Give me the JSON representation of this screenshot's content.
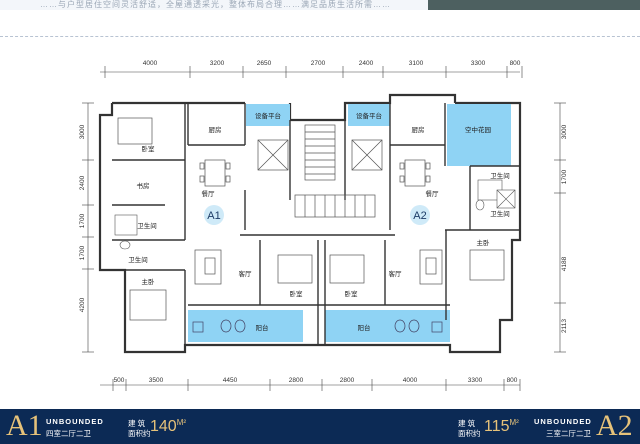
{
  "header": {
    "strip_text": "……与户型居住空间灵活舒适，全屋通透采光，整体布局合理……满足品质生活所需……"
  },
  "dimensions": {
    "top": [
      "4000",
      "3200",
      "2650",
      "2700",
      "2400",
      "3100",
      "3300",
      "800"
    ],
    "bottom": [
      "500",
      "3500",
      "4450",
      "2800",
      "2800",
      "4000",
      "3300",
      "800"
    ],
    "left": [
      "3000",
      "2400",
      "1700",
      "1700",
      "4200"
    ],
    "right": [
      "3000",
      "1700",
      "4188",
      "2113"
    ]
  },
  "rooms": {
    "bedroom": "卧室",
    "master_bedroom": "主卧",
    "kitchen": "厨房",
    "equipment_platform": "设备平台",
    "sky_garden": "空中花园",
    "dining": "餐厅",
    "study": "书房",
    "bathroom": "卫生间",
    "living": "客厅",
    "balcony": "阳台",
    "unit_a1": "A1",
    "unit_a2": "A2"
  },
  "footer": {
    "a1": {
      "code": "A1",
      "title": "UNBOUNDED",
      "desc": "四室二厅二卫",
      "label_1": "建 筑",
      "label_2": "面积约",
      "area": "140",
      "unit": "M²"
    },
    "a2": {
      "code": "A2",
      "title": "UNBOUNDED",
      "desc": "三室二厅二卫",
      "label_1": "建 筑",
      "label_2": "面积约",
      "area": "115",
      "unit": "M²"
    }
  },
  "colors": {
    "footer_bg": "#0c2a55",
    "accent_gold": "#e6c27a",
    "balcony_blue": "#8fd3f4",
    "wall": "#333333"
  }
}
